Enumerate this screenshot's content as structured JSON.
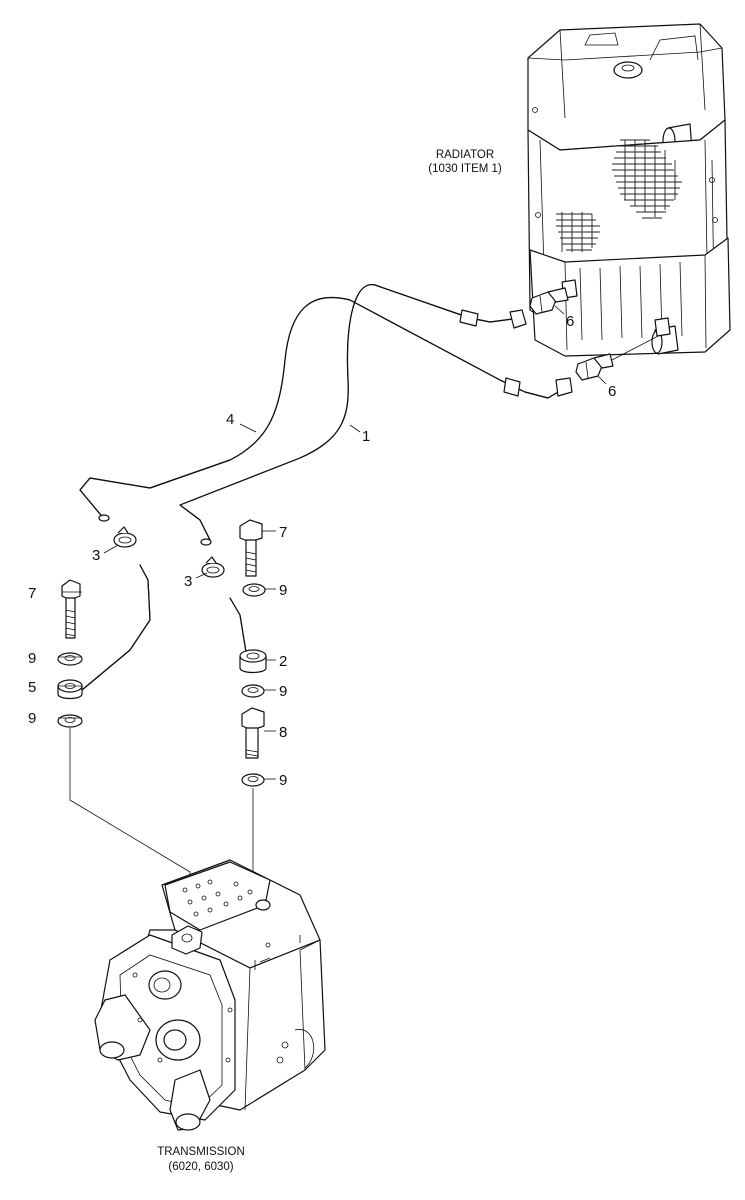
{
  "labels": {
    "radiator": {
      "line1": "RADIATOR",
      "line2": "(1030 ITEM 1)"
    },
    "transmission": {
      "line1": "TRANSMISSION",
      "line2": "(6020, 6030)"
    }
  },
  "callouts": {
    "c1": "1",
    "c2": "2",
    "c3a": "3",
    "c3b": "3",
    "c4": "4",
    "c5": "5",
    "c6a": "6",
    "c6b": "6",
    "c7a": "7",
    "c7b": "7",
    "c8": "8",
    "c9a": "9",
    "c9b": "9",
    "c9c": "9",
    "c9d": "9",
    "c9e": "9"
  },
  "colors": {
    "ink": "#111111",
    "paper": "#ffffff"
  }
}
